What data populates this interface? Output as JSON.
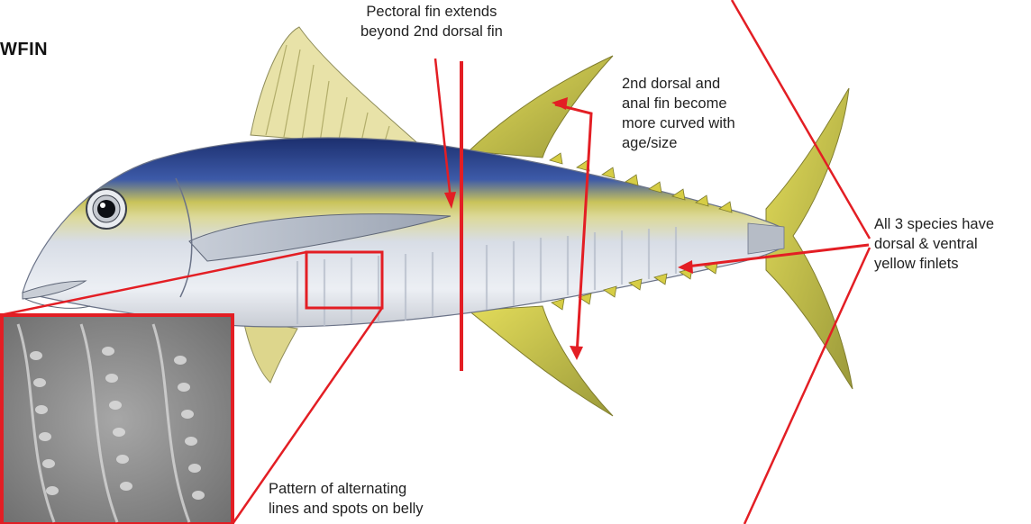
{
  "title": "WFIN",
  "annotations": {
    "pectoral": [
      "Pectoral fin extends",
      "beyond 2nd dorsal fin"
    ],
    "curved": [
      "2nd dorsal and",
      "anal fin become",
      "more curved with",
      "age/size"
    ],
    "finlets": [
      "All 3 species have",
      "dorsal & ventral",
      "yellow finlets"
    ],
    "pattern": [
      "Pattern of alternating",
      "lines and spots on belly"
    ]
  },
  "colors": {
    "accent": "#e31e24",
    "back": "#1f3f86",
    "fin_yellow": "#c9c23a",
    "body_silver": "#d9dde3"
  }
}
